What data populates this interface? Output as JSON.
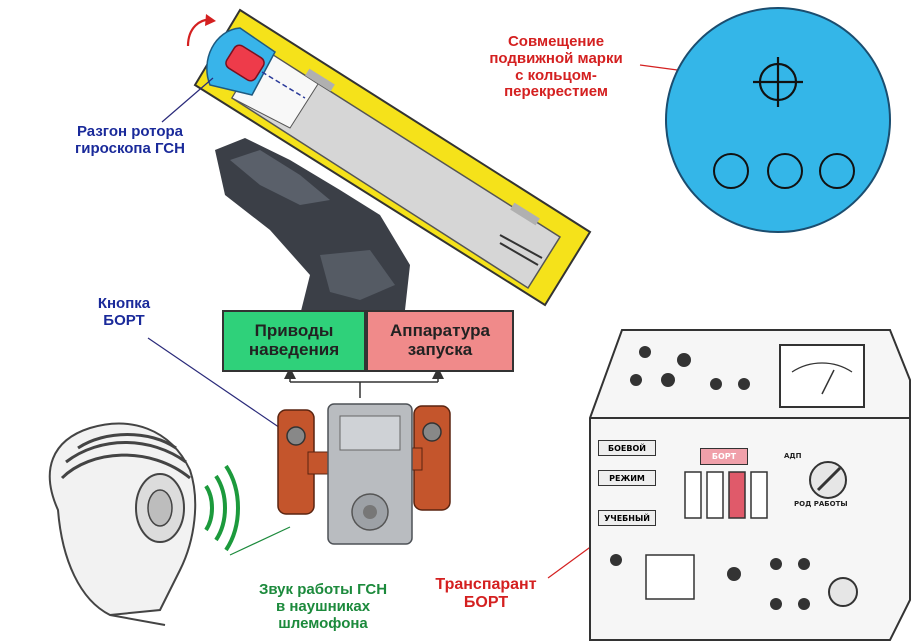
{
  "labels": {
    "rotor": [
      "Разгон ротора",
      "гироскопа ГСН"
    ],
    "mark": [
      "Совмещение",
      "подвижной марки",
      "с кольцом-",
      "перекрестием"
    ],
    "button": [
      "Кнопка",
      "БОРТ"
    ],
    "sound": [
      "Звук работы ГСН",
      "в наушниках",
      "шлемофона"
    ],
    "transparant": [
      "Транспарант",
      "БОРТ"
    ]
  },
  "boxes": {
    "drives": [
      "Приводы",
      "наведения"
    ],
    "launch": [
      "Аппаратура",
      "запуска"
    ]
  },
  "panel": {
    "plate_bort": "БОРТ",
    "plate_boevoy": "БОЕВОЙ",
    "plate_rezhim": "РЕЖИМ",
    "plate_uchebny": "УЧЕБНЫЙ",
    "switch_rod_raboty": "РОД РАБОТЫ",
    "switch_adp": "АДП"
  },
  "colors": {
    "blue_label": "#1a2a9a",
    "red_label": "#d42020",
    "green_label": "#1c8a3c",
    "drives_fill": "#2fd17a",
    "launch_fill": "#f08a8a",
    "scope_fill": "#34b6e8",
    "tube_yellow": "#f5e21a"
  }
}
